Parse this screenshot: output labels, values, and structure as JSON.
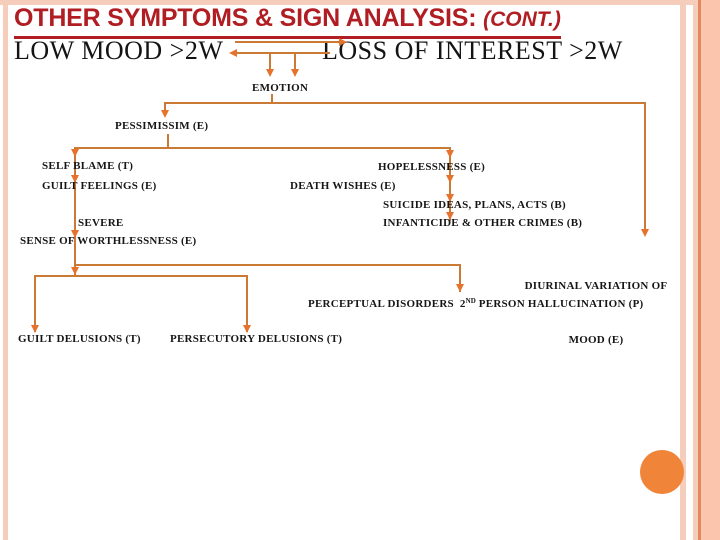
{
  "title": {
    "main": "OTHER SYMPTOMS & SIGN ANALYSIS: ",
    "cont": "(CONT.)"
  },
  "header": {
    "low_mood": "LOW MOOD >2W",
    "loss_interest": "LOSS OF INTEREST >2W"
  },
  "nodes": {
    "emotion": "EMOTION",
    "pessimissim": "PESSIMISSIM (E)",
    "self_blame": "SELF BLAME (T)",
    "hopelessness": "HOPELESSNESS (E)",
    "guilt_feelings": "GUILT FEELINGS (E)",
    "death_wishes": "DEATH WISHES (E)",
    "suicide_ideas": "SUICIDE IDEAS, PLANS, ACTS (B)",
    "severe": "SEVERE",
    "infanticide": "INFANTICIDE & OTHER CRIMES (B)",
    "worthlessness": "SENSE OF WORTHLESSNESS (E)",
    "diurinal_line1": "DIURINAL VARIATION OF",
    "diurinal_line2": "MOOD (E)",
    "perceptual_pre": "PERCEPTUAL DISORDERS  2",
    "perceptual_sup": "ND",
    "perceptual_post": " PERSON HALLUCINATION (P)",
    "guilt_delusions": "GUILT DELUSIONS (T)",
    "persecutory_delusions": "PERSECUTORY DELUSIONS (T)"
  },
  "colors": {
    "title": "#B01E23",
    "connector": "#CB7A35",
    "arrow": "#E5732E",
    "text": "#161616",
    "stripe_light": "#F6CDBA",
    "stripe_dark": "#E18A5F",
    "stripe_salmon": "#FAC4AD",
    "circle": "#F08438"
  }
}
